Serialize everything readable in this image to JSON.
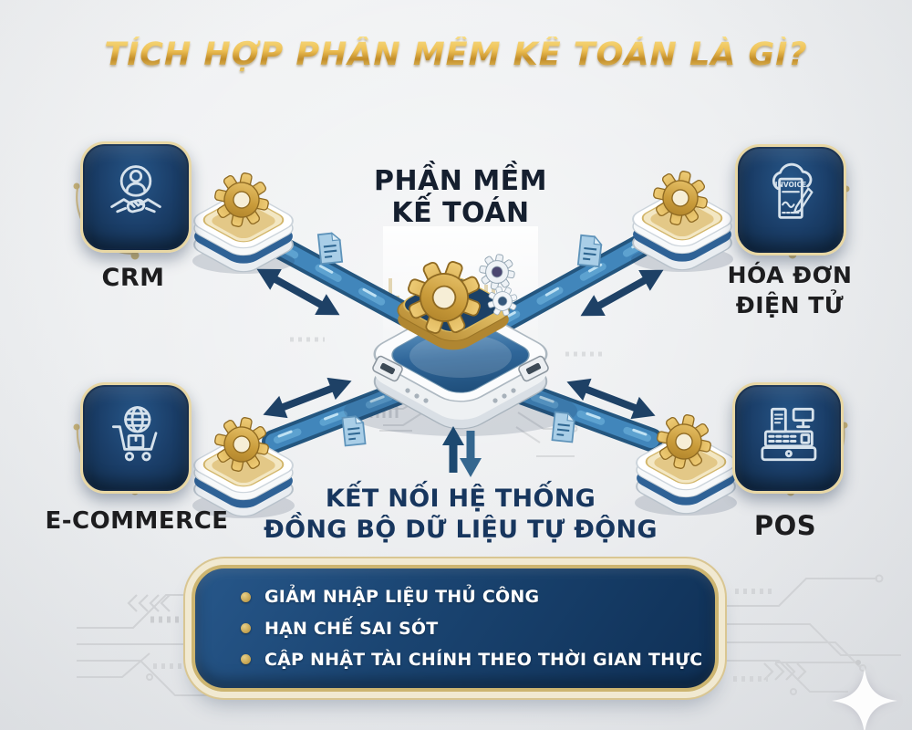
{
  "title": "TÍCH HỢP PHẦN MỀM KẾ TOÁN LÀ GÌ?",
  "hub": {
    "label_line1": "PHẦN MỀM",
    "label_line2": "KẾ TOÁN",
    "icon": "accounting-app-gears-icon"
  },
  "caption": {
    "line1": "KẾT NỐI HỆ THỐNG",
    "line2": "ĐỒNG BỘ DỮ LIỆU TỰ ĐỘNG"
  },
  "systems": [
    {
      "id": "crm",
      "label_lines": [
        "CRM"
      ],
      "icon": "customer-handshake-icon"
    },
    {
      "id": "e-invoice",
      "label_lines": [
        "HÓA ĐƠN",
        "ĐIỆN TỬ"
      ],
      "icon": "cloud-invoice-pen-icon",
      "doc_label": "INVOICE"
    },
    {
      "id": "e-commerce",
      "label_lines": [
        "E-COMMERCE"
      ],
      "icon": "globe-cart-icon"
    },
    {
      "id": "pos",
      "label_lines": [
        "POS"
      ],
      "icon": "cash-register-icon"
    }
  ],
  "benefits": [
    "GIẢM NHẬP LIỆU THỦ CÔNG",
    "HẠN CHẾ SAI SÓT",
    "CẬP NHẬT TÀI CHÍNH THEO THỜI GIAN THỰC"
  ],
  "colors": {
    "title_gold": "#e0a83c",
    "tile_navy": "#1b3f6a",
    "tile_border_gold": "#e8d7a4",
    "pipe_blue": "#4186bb",
    "arrow_navy": "#1e4166",
    "panel_navy": "#16406c",
    "panel_border_gold": "#cdb570",
    "bullet_gold": "#c9a54e",
    "text_dark": "#1d1d1f",
    "text_navy": "#17365e",
    "background": "#eceef0"
  }
}
